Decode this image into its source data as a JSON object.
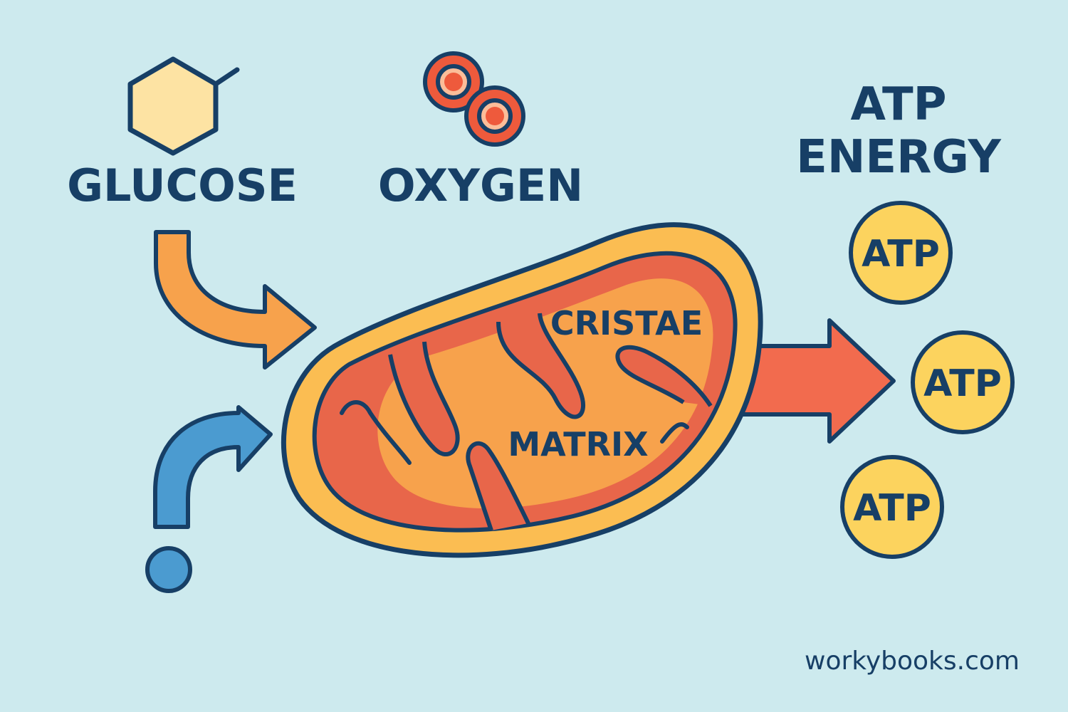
{
  "labels": {
    "glucose": "GLUCOSE",
    "oxygen": "OXYGEN",
    "atp_energy_line1": "ATP",
    "atp_energy_line2": "ENERGY",
    "cristae": "CRISTAE",
    "matrix": "MATRIX",
    "atp_badges": [
      "ATP",
      "ATP",
      "ATP"
    ]
  },
  "footer": {
    "site": "workybooks.com"
  },
  "colors": {
    "background": "#cdeaee",
    "outline": "#173f66",
    "glucose_fill": "#fde3a3",
    "oxygen_red": "#ee5a3c",
    "outer_membrane": "#fbbd52",
    "inner_membrane": "#e8664a",
    "matrix": "#f7a24c",
    "atp_fill": "#fcd35e",
    "input_arrow_orange": "#f7a24c",
    "input_arrow_blue": "#4b9bd0",
    "output_arrow": "#f26b4e"
  },
  "icons": [
    "hexagon-glucose-icon",
    "oxygen-molecule-icon",
    "curved-arrow-icon",
    "output-arrow-icon"
  ]
}
